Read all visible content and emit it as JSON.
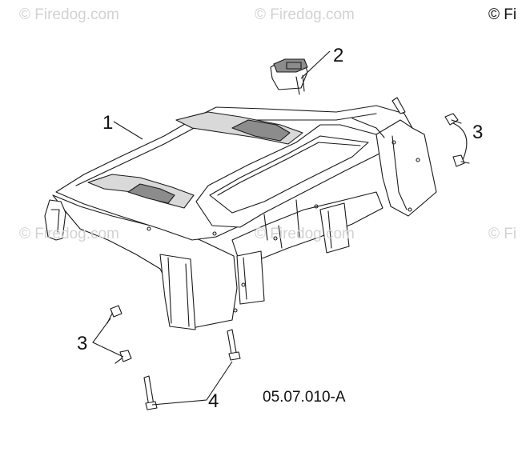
{
  "watermarks": {
    "top_left": "© Firedog.com",
    "top_center": "© Firedog.com",
    "top_right": "© Fi",
    "mid_left": "© Firedog.com",
    "mid_center": "© Firedog.com",
    "mid_right": "© Fi"
  },
  "callouts": {
    "part1": "1",
    "part2": "2",
    "part3_right": "3",
    "part3_left": "3",
    "part4": "4"
  },
  "drawing_code": "05.07.010-A",
  "colors": {
    "line": "#1a1a1a",
    "watermark": "#d2d2d2",
    "shade": "#d9d9d9"
  }
}
